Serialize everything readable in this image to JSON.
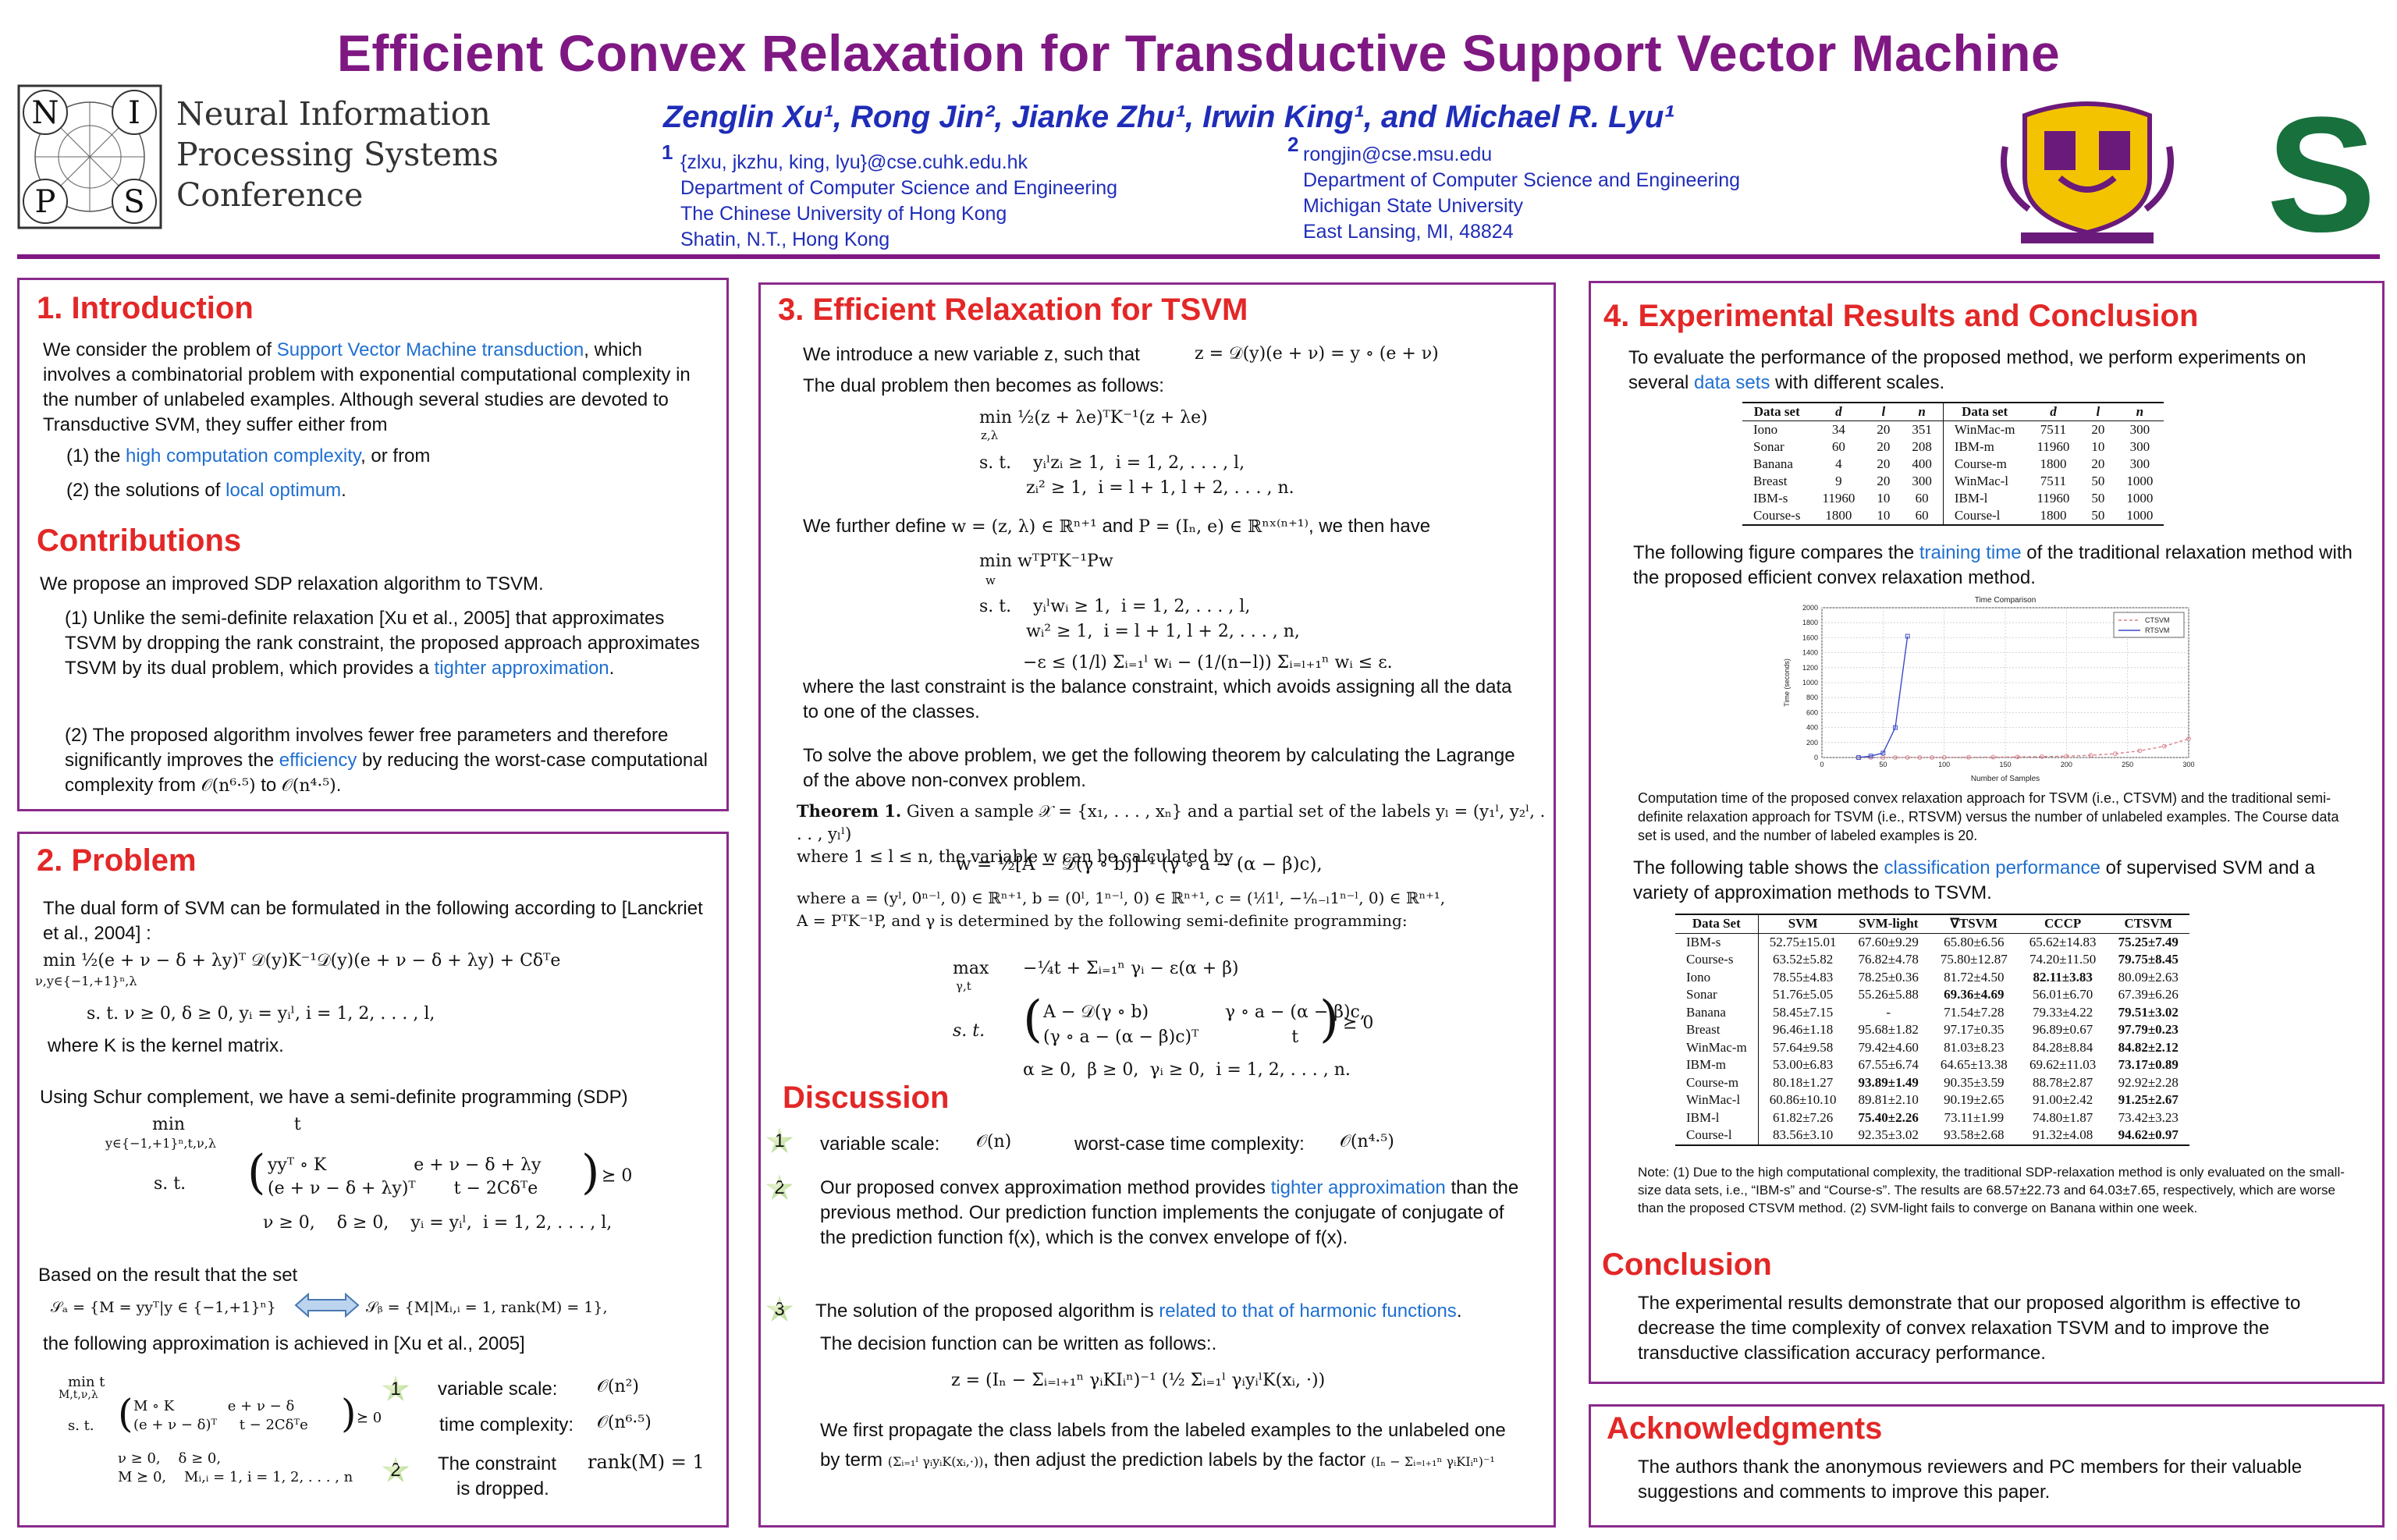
{
  "header": {
    "title": "Efficient Convex Relaxation for Transductive Support Vector Machine",
    "authors": "Zenglin Xu¹, Rong Jin², Jianke Zhu¹, Irwin King¹, and Michael R. Lyu¹",
    "aff1": {
      "num": "1",
      "email": "{zlxu, jkzhu, king, lyu}@cse.cuhk.edu.hk",
      "line1": "Department of Computer Science and Engineering",
      "line2": "The Chinese University of Hong Kong",
      "line3": "Shatin, N.T., Hong Kong"
    },
    "aff2": {
      "num": "2",
      "email": "rongjin@cse.msu.edu",
      "line1": "Department of Computer Science and Engineering",
      "line2": "Michigan State University",
      "line3": "East Lansing, MI, 48824"
    },
    "nips": {
      "letters": [
        "N",
        "I",
        "P",
        "S"
      ],
      "line1": "Neural Information",
      "line2": "Processing Systems",
      "line3": "Conference"
    },
    "msu_letter": "S"
  },
  "intro": {
    "title": "1. Introduction",
    "p1a": "We consider the problem of ",
    "p1hl": "Support Vector Machine transduction",
    "p1b": ", which involves a combinatorial problem with exponential computational complexity in the number of unlabeled examples. Although several studies are devoted to Transductive SVM, they suffer either from",
    "i1a": "(1) the ",
    "i1hl": "high computation complexity",
    "i1b": ", or from",
    "i2a": "(2) the solutions of ",
    "i2hl": "local optimum",
    "i2b": ".",
    "contrib_title": "Contributions",
    "c0": "We propose an improved SDP relaxation algorithm to TSVM.",
    "c1a": "(1) Unlike the semi-definite relaxation [Xu et al., 2005] that approximates TSVM by dropping the rank constraint, the proposed approach approximates TSVM by its dual problem, which provides a ",
    "c1hl": "tighter approximation",
    "c1b": ".",
    "c2a": "(2) The proposed algorithm involves fewer free parameters and therefore significantly improves the ",
    "c2hl": "efficiency",
    "c2b": " by reducing the worst-case computational complexity from ",
    "c2m1": "𝒪(n⁶·⁵)",
    "c2m2": "to",
    "c2m3": "𝒪(n⁴·⁵)",
    "c2end": "."
  },
  "problem": {
    "title": "2. Problem",
    "p1": "The dual form of SVM can be formulated in the following according to [Lanckriet et al., 2004] :",
    "eq1": "min   ½(e + ν − δ + λy)ᵀ 𝒟(y)K⁻¹𝒟(y)(e + ν − δ + λy) + Cδᵀe",
    "eq1sub": "ν,y∈{−1,+1}ⁿ,λ",
    "eq1st": "s. t.          ν ≥ 0,    δ ≥ 0,    yᵢ = yᵢˡ,  i = 1, 2, . . . , l,",
    "p2": "where K is the kernel matrix.",
    "p3": "Using Schur complement, we have a semi-definite programming (SDP)",
    "eq2min": "min                    t",
    "eq2sub": "y∈{−1,+1}ⁿ,t,ν,λ",
    "eq2st": "s. t.",
    "eq2r1": "yyᵀ ∘ K                e + ν − δ + λy",
    "eq2r2": "(e + ν − δ + λy)ᵀ       t − 2Cδᵀe",
    "eq2psd": "⪰ 0",
    "eq2c": "ν ≥ 0,    δ ≥ 0,    yᵢ = yᵢˡ,  i = 1, 2, . . . , l,",
    "p4": "Based on the result that the set",
    "seta": "𝒮ₐ = {M = yyᵀ|y ∈ {−1,+1}ⁿ}",
    "setb": "𝒮ᵦ = {M|Mᵢ,ᵢ = 1, rank(M) = 1},",
    "p5": "the following approximation is achieved in [Xu et al., 2005]",
    "eq3min": "min   t",
    "eq3sub": "M,t,ν,λ",
    "eq3st": "s. t.",
    "eq3r1": "M ∘ K            e + ν − δ",
    "eq3r2": "(e + ν − δ)ᵀ     t − 2Cδᵀe",
    "eq3psd": "⪰ 0",
    "eq3c1": "ν ≥ 0,    δ ≥ 0,",
    "eq3c2": "M ⪰ 0,    Mᵢ,ᵢ = 1, i = 1, 2, . . . , n",
    "b1": "1",
    "b1a": "variable scale:",
    "b1m": "𝒪(n²)",
    "b1b": "time complexity:",
    "b1m2": "𝒪(n⁶·⁵)",
    "b2": "2",
    "b2a": "The constraint",
    "b2m": "rank(M) = 1",
    "b2b": "is dropped."
  },
  "relax": {
    "title": "3. Efficient Relaxation for TSVM",
    "p1": "We introduce a new variable z, such that",
    "p1m": "z = 𝒟(y)(e + ν) = y ∘ (e + ν)",
    "p2": "The dual problem then becomes as follows:",
    "e1a": "min   ½(z + λe)ᵀK⁻¹(z + λe)",
    "e1sub": "z,λ",
    "e1b": "s. t.    yᵢˡzᵢ ≥ 1,  i = 1, 2, . . . , l,",
    "e1c": "zᵢ² ≥ 1,  i = l + 1, l + 2, . . . , n.",
    "p3a": "We further define",
    "p3m1": "w = (z, λ) ∈ ℝⁿ⁺¹",
    "p3b": "and",
    "p3m2": "P = (Iₙ, e) ∈ ℝⁿˣ⁽ⁿ⁺¹⁾",
    "p3c": ", we then have",
    "e2a": "min   wᵀPᵀK⁻¹Pw",
    "e2sub": "w",
    "e2b": "s. t.    yᵢˡwᵢ ≥ 1,  i = 1, 2, . . . , l,",
    "e2c": "wᵢ² ≥ 1,  i = l + 1, l + 2, . . . , n,",
    "e2d": "−ε ≤ (1/l) Σᵢ₌₁ˡ wᵢ − (1/(n−l)) Σᵢ₌ₗ₊₁ⁿ wᵢ ≤ ε.",
    "p4": "where the last constraint is the balance constraint, which avoids assigning all the data to one of the classes.",
    "p5": "To solve the above problem, we get the following theorem by calculating the Lagrange of the above non-convex problem.",
    "thm_label": "Theorem 1.",
    "thm1": "Given a sample 𝒳 = {x₁, . . . , xₙ} and a partial set of the labels yₗ = (y₁ˡ, y₂ˡ, . . . , yₗˡ)",
    "thm2": "where 1 ≤ l ≤ n, the variable w can be calculated by",
    "thm_eq": "w = ½[A − 𝒟(γ ∘ b)]⁻¹ (γ ∘ a − (α − β)c),",
    "thm3": "where a = (yˡ, 0ⁿ⁻ˡ, 0) ∈ ℝⁿ⁺¹, b = (0ˡ, 1ⁿ⁻ˡ, 0) ∈ ℝⁿ⁺¹, c = (¹⁄ₗ1ˡ, −¹⁄ₙ₋ₗ1ⁿ⁻ˡ, 0) ∈ ℝⁿ⁺¹,",
    "thm4": "A = PᵀK⁻¹P, and γ is determined by the following semi-definite programming:",
    "sdp_max": "max",
    "sdp_sub": "γ,t",
    "sdp_obj": "−¼t + Σᵢ₌₁ⁿ γᵢ − ε(α + β)",
    "sdp_st": "s. t.",
    "sdp_r1": "A − 𝒟(γ ∘ b)              γ ∘ a − (α − β)c,",
    "sdp_r2": "(γ ∘ a − (α − β)c)ᵀ                 t",
    "sdp_psd": "⪰ 0",
    "sdp_c": "α ≥ 0,  β ≥ 0,  γᵢ ≥ 0,  i = 1, 2, . . . , n.",
    "disc_title": "Discussion",
    "d1": "1",
    "d1a": "variable scale:",
    "d1m": "𝒪(n)",
    "d1b": "worst-case time complexity:",
    "d1m2": "𝒪(n⁴·⁵)",
    "d2": "2",
    "d2a": "Our proposed convex approximation method provides ",
    "d2hl": "tighter approximation",
    "d2b": " than the previous method. Our prediction function implements the conjugate of conjugate of the prediction function f(x), which is the convex envelope of f(x).",
    "d3": "3",
    "d3a": "The solution of the proposed algorithm is ",
    "d3hl": "related to that of harmonic functions",
    "d3b": ".",
    "d4": "The decision function can be written as follows:.",
    "d4m": "z = (Iₙ − Σᵢ₌ₗ₊₁ⁿ γᵢKIᵢⁿ)⁻¹ (½ Σᵢ₌₁ˡ γᵢyᵢˡK(xᵢ, ·))",
    "d5a": "We first propagate the class labels from the labeled examples to the unlabeled one by term",
    "d5m1": "(Σᵢ₌₁ˡ γᵢyᵢK(xᵢ,·))",
    "d5b": ", then adjust the prediction labels by the factor",
    "d5m2": "(Iₙ − Σᵢ₌ₗ₊₁ⁿ γᵢKIᵢⁿ)⁻¹"
  },
  "results": {
    "title": "4. Experimental Results and Conclusion",
    "p1a": "To evaluate the performance of the proposed method,  we perform experiments on several ",
    "p1hl": "data sets",
    "p1b": " with different scales.",
    "t1_headers": [
      "Data set",
      "d",
      "l",
      "n",
      "Data set",
      "d",
      "l",
      "n"
    ],
    "t1_rows": [
      [
        "Iono",
        "34",
        "20",
        "351",
        "WinMac-m",
        "7511",
        "20",
        "300"
      ],
      [
        "Sonar",
        "60",
        "20",
        "208",
        "IBM-m",
        "11960",
        "10",
        "300"
      ],
      [
        "Banana",
        "4",
        "20",
        "400",
        "Course-m",
        "1800",
        "20",
        "300"
      ],
      [
        "Breast",
        "9",
        "20",
        "300",
        "WinMac-l",
        "7511",
        "50",
        "1000"
      ],
      [
        "IBM-s",
        "11960",
        "10",
        "60",
        "IBM-l",
        "11960",
        "50",
        "1000"
      ],
      [
        "Course-s",
        "1800",
        "10",
        "60",
        "Course-l",
        "1800",
        "50",
        "1000"
      ]
    ],
    "p2a": "The following figure compares the ",
    "p2hl": "training time",
    "p2b": " of  the traditional relaxation method with the proposed efficient convex relaxation method.",
    "caption": "Computation time of the proposed convex relaxation approach for TSVM (i.e., CTSVM) and the traditional semi-definite relaxation approach for TSVM (i.e., RTSVM) versus the number of unlabeled examples. The Course data set is used, and the number of labeled examples is 20.",
    "p3a": "The following table shows the ",
    "p3hl": "classification performance",
    "p3b": " of supervised SVM and a variety of approximation methods to TSVM.",
    "t2_headers": [
      "Data Set",
      "SVM",
      "SVM-light",
      "∇TSVM",
      "CCCP",
      "CTSVM"
    ],
    "t2_rows": [
      [
        "IBM-s",
        "52.75±15.01",
        "67.60±9.29",
        "65.80±6.56",
        "65.62±14.83",
        "75.25±7.49"
      ],
      [
        "Course-s",
        "63.52±5.82",
        "76.82±4.78",
        "75.80±12.87",
        "74.20±11.50",
        "79.75±8.45"
      ],
      [
        "Iono",
        "78.55±4.83",
        "78.25±0.36",
        "81.72±4.50",
        "82.11±3.83",
        "80.09±2.63"
      ],
      [
        "Sonar",
        "51.76±5.05",
        "55.26±5.88",
        "69.36±4.69",
        "56.01±6.70",
        "67.39±6.26"
      ],
      [
        "Banana",
        "58.45±7.15",
        "-",
        "71.54±7.28",
        "79.33±4.22",
        "79.51±3.02"
      ],
      [
        "Breast",
        "96.46±1.18",
        "95.68±1.82",
        "97.17±0.35",
        "96.89±0.67",
        "97.79±0.23"
      ],
      [
        "WinMac-m",
        "57.64±9.58",
        "79.42±4.60",
        "81.03±8.23",
        "84.28±8.84",
        "84.82±2.12"
      ],
      [
        "IBM-m",
        "53.00±6.83",
        "67.55±6.74",
        "64.65±13.38",
        "69.62±11.03",
        "73.17±0.89"
      ],
      [
        "Course-m",
        "80.18±1.27",
        "93.89±1.49",
        "90.35±3.59",
        "88.78±2.87",
        "92.92±2.28"
      ],
      [
        "WinMac-l",
        "60.86±10.10",
        "89.81±2.10",
        "90.19±2.65",
        "91.00±2.42",
        "91.25±2.67"
      ],
      [
        "IBM-l",
        "61.82±7.26",
        "75.40±2.26",
        "73.11±1.99",
        "74.80±1.87",
        "73.42±3.23"
      ],
      [
        "Course-l",
        "83.56±3.10",
        "92.35±3.02",
        "93.58±2.68",
        "91.32±4.08",
        "94.62±0.97"
      ]
    ],
    "t2_bold": [
      [
        0,
        5
      ],
      [
        1,
        5
      ],
      [
        2,
        4
      ],
      [
        3,
        3
      ],
      [
        4,
        5
      ],
      [
        5,
        5
      ],
      [
        6,
        5
      ],
      [
        7,
        5
      ],
      [
        8,
        2
      ],
      [
        9,
        5
      ],
      [
        10,
        2
      ],
      [
        11,
        5
      ]
    ],
    "note": "Note: (1)  Due to the high computational complexity, the traditional SDP-relaxation method is only evaluated on the small-size data sets, i.e., “IBM-s” and “Course-s”. The results are 68.57±22.73 and 64.03±7.65, respectively, which are worse than the proposed CTSVM method. (2) SVM-light fails to converge on Banana within one week.",
    "concl_title": "Conclusion",
    "concl": "The experimental results demonstrate that our proposed algorithm is effective to decrease the time complexity of convex relaxation TSVM and to improve the transductive classification accuracy performance."
  },
  "ack": {
    "title": "Acknowledgments",
    "text": "The authors thank the anonymous reviewers and PC members for their valuable suggestions and comments  to improve this paper."
  },
  "colors": {
    "title": "#7f1883",
    "section": "#e32727",
    "highlight": "#1f6fd1",
    "authors": "#1f2db8",
    "ctsvm": "#d9808a",
    "rtsvm": "#3a49c8"
  },
  "chart_data": {
    "type": "line",
    "title": "Time Comparison",
    "xlabel": "Number of Samples",
    "ylabel": "Time (seconds)",
    "xlim": [
      0,
      300
    ],
    "ylim": [
      0,
      2000
    ],
    "xticks": [
      0,
      50,
      100,
      150,
      200,
      250,
      300
    ],
    "yticks": [
      0,
      200,
      400,
      600,
      800,
      1000,
      1200,
      1400,
      1600,
      1800,
      2000
    ],
    "grid": true,
    "legend_position": "top-right",
    "series": [
      {
        "name": "CTSVM",
        "x": [
          30,
          40,
          50,
          60,
          70,
          80,
          90,
          100,
          120,
          140,
          160,
          180,
          200,
          220,
          240,
          260,
          280,
          300
        ],
        "y": [
          0,
          0,
          0,
          0,
          1,
          1,
          1,
          2,
          3,
          5,
          8,
          12,
          18,
          30,
          50,
          90,
          150,
          250
        ]
      },
      {
        "name": "RTSVM",
        "x": [
          30,
          40,
          50,
          60,
          70
        ],
        "y": [
          0,
          20,
          60,
          400,
          1620
        ]
      }
    ]
  }
}
